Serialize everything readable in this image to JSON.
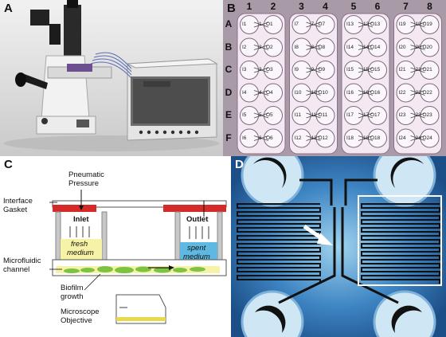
{
  "panels": {
    "a": {
      "letter": "A"
    },
    "b": {
      "letter": "B",
      "columns": [
        "1",
        "2",
        "3",
        "4",
        "5",
        "6",
        "7",
        "8"
      ],
      "rows": [
        "A",
        "B",
        "C",
        "D",
        "E",
        "F"
      ],
      "groups": [
        {
          "inlets": [
            "I1",
            "I2",
            "I3",
            "I4",
            "I5",
            "I6"
          ],
          "outlets": [
            "O1",
            "O2",
            "O3",
            "O4",
            "O5",
            "O6"
          ]
        },
        {
          "inlets": [
            "I7",
            "I8",
            "I9",
            "I10",
            "I11",
            "I12"
          ],
          "outlets": [
            "O7",
            "O8",
            "O9",
            "O10",
            "O11",
            "O12"
          ]
        },
        {
          "inlets": [
            "I13",
            "I14",
            "I15",
            "I16",
            "I17",
            "I18"
          ],
          "outlets": [
            "O13",
            "O14",
            "O15",
            "O16",
            "O17",
            "O18"
          ]
        },
        {
          "inlets": [
            "I19",
            "I20",
            "I21",
            "I22",
            "I23",
            "I24"
          ],
          "outlets": [
            "O19",
            "O20",
            "O21",
            "O22",
            "O23",
            "O24"
          ]
        }
      ],
      "channel_numbers": [
        [
          "1",
          "2",
          "3",
          "4",
          "5",
          "6"
        ],
        [
          "7",
          "8",
          "9",
          "10",
          "11",
          "12"
        ],
        [
          "13",
          "14",
          "15",
          "16",
          "17",
          "18"
        ],
        [
          "19",
          "20",
          "21",
          "22",
          "23",
          "24"
        ]
      ]
    },
    "c": {
      "letter": "C",
      "pneumatic_pressure": [
        "Pneumatic",
        "Pressure"
      ],
      "interface_gasket": [
        "Interface",
        "Gasket"
      ],
      "inlet": "Inlet",
      "outlet": "Outlet",
      "fresh_medium": [
        "fresh",
        "medium"
      ],
      "spent_medium": [
        "spent",
        "medium"
      ],
      "microfluidic_channel": [
        "Microfluidic",
        "channel"
      ],
      "biofilm_growth": [
        "Biofilm",
        "growth"
      ],
      "microscope_objective": [
        "Microscope",
        "Objective"
      ],
      "colors": {
        "gasket": "#d42a2a",
        "fresh": "#f7f3a6",
        "spent": "#5fb8e1",
        "biofilm": "#7cc243",
        "objective_band": "#e8d84a"
      }
    },
    "d": {
      "letter": "D"
    }
  }
}
